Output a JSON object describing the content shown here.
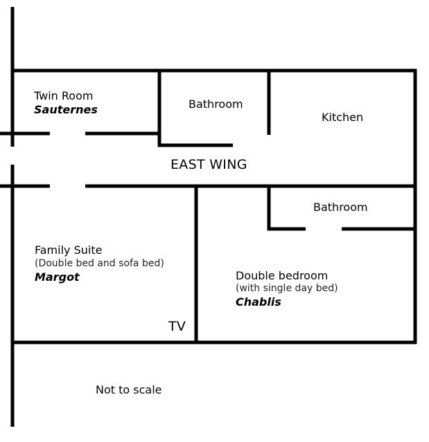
{
  "rooms": {
    "twin": {
      "name": "Twin Room",
      "alias": "Sauternes"
    },
    "bath_top": {
      "name": "Bathroom"
    },
    "kitchen": {
      "name": "Kitchen"
    },
    "corridor": {
      "name": "EAST WING"
    },
    "bath_right": {
      "name": "Bathroom"
    },
    "family": {
      "name": "Family Suite",
      "note": "(Double bed and sofa bed)",
      "alias": "Margot",
      "tv": "TV"
    },
    "double": {
      "name": "Double bedroom",
      "note": "(with single day bed)",
      "alias": "Chablis"
    }
  },
  "scale_note": "Not to scale",
  "colors": {
    "wall": "#000000",
    "background": "#ffffff",
    "text": "#000000"
  }
}
